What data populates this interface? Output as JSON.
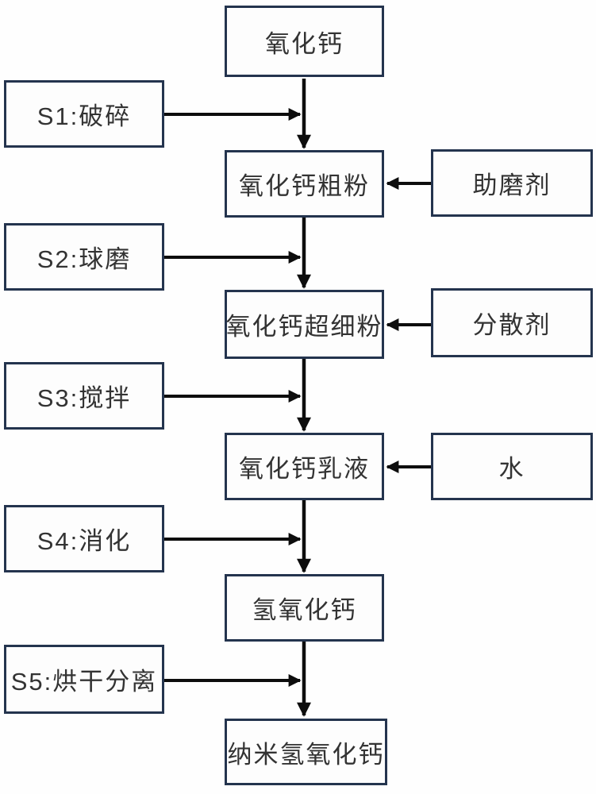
{
  "diagram": {
    "type": "flowchart",
    "description_nodes_flow_top_to_bottom": true,
    "colors": {
      "box_border": "#24344e",
      "box_fill": "#fdfdfd",
      "arrow": "#0d0d0d",
      "text": "#333333",
      "background": "#fefefe"
    },
    "nodes": {
      "source": {
        "label": "氧化钙"
      },
      "step1": {
        "label": "S1:破碎"
      },
      "coarse": {
        "label": "氧化钙粗粉"
      },
      "grinding_aid": {
        "label": "助磨剂"
      },
      "step2": {
        "label": "S2:球磨"
      },
      "ultrafine": {
        "label": "氧化钙超细粉"
      },
      "dispersant": {
        "label": "分散剂"
      },
      "step3": {
        "label": "S3:搅拌"
      },
      "emulsion": {
        "label": "氧化钙乳液"
      },
      "water": {
        "label": "水"
      },
      "step4": {
        "label": "S4:消化"
      },
      "hydroxide": {
        "label": "氢氧化钙"
      },
      "step5": {
        "label": "S5:烘干分离"
      },
      "product": {
        "label": "纳米氢氧化钙"
      }
    },
    "edges": [
      {
        "from": "source",
        "to": "coarse",
        "step": "step1"
      },
      {
        "from": "grinding_aid",
        "to": "coarse"
      },
      {
        "from": "coarse",
        "to": "ultrafine",
        "step": "step2"
      },
      {
        "from": "dispersant",
        "to": "ultrafine"
      },
      {
        "from": "ultrafine",
        "to": "emulsion",
        "step": "step3"
      },
      {
        "from": "water",
        "to": "emulsion"
      },
      {
        "from": "emulsion",
        "to": "hydroxide",
        "step": "step4"
      },
      {
        "from": "hydroxide",
        "to": "product",
        "step": "step5"
      }
    ]
  }
}
